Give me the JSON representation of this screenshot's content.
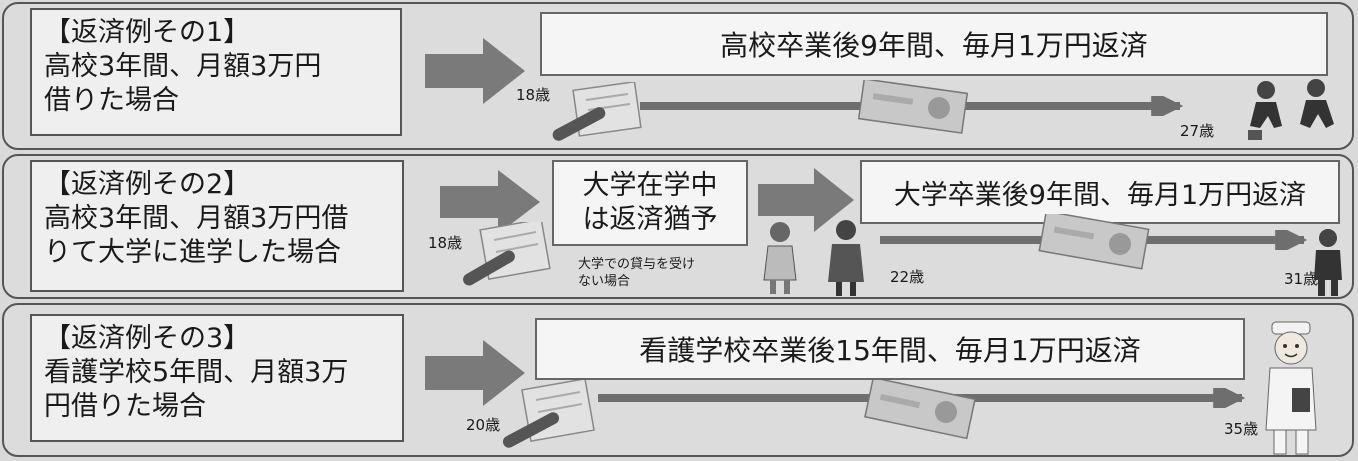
{
  "examples": [
    {
      "heading": "【返済例その1】",
      "desc_lines": [
        "高校3年間、月額3万円",
        "借りた場合"
      ],
      "banner": "高校卒業後9年間、毎月1万円返済",
      "age_start": "18歳",
      "age_end": "27歳"
    },
    {
      "heading": "【返済例その2】",
      "desc_lines": [
        "高校3年間、月額3万円借",
        "りて大学に進学した場合"
      ],
      "deferral_lines": [
        "大学在学中",
        "は返済猶予"
      ],
      "deferral_note_lines": [
        "大学での貸与を受け",
        "ない場合"
      ],
      "banner": "大学卒業後9年間、毎月1万円返済",
      "age_start": "18歳",
      "age_mid": "22歳",
      "age_end": "31歳"
    },
    {
      "heading": "【返済例その3】",
      "desc_lines": [
        "看護学校5年間、月額3万",
        "円借りた場合"
      ],
      "banner": "看護学校卒業後15年間、毎月1万円返済",
      "age_start": "20歳",
      "age_end": "35歳"
    }
  ],
  "icons": {
    "big_arrow": "right-arrow-icon",
    "diploma": "diploma-scroll-icon",
    "banknote": "banknote-icon",
    "people": "graduates-icon",
    "nurse": "nurse-icon"
  },
  "colors": {
    "arrow": "#7a7a7a",
    "timeline": "#6e6e6e",
    "border": "#555555"
  }
}
